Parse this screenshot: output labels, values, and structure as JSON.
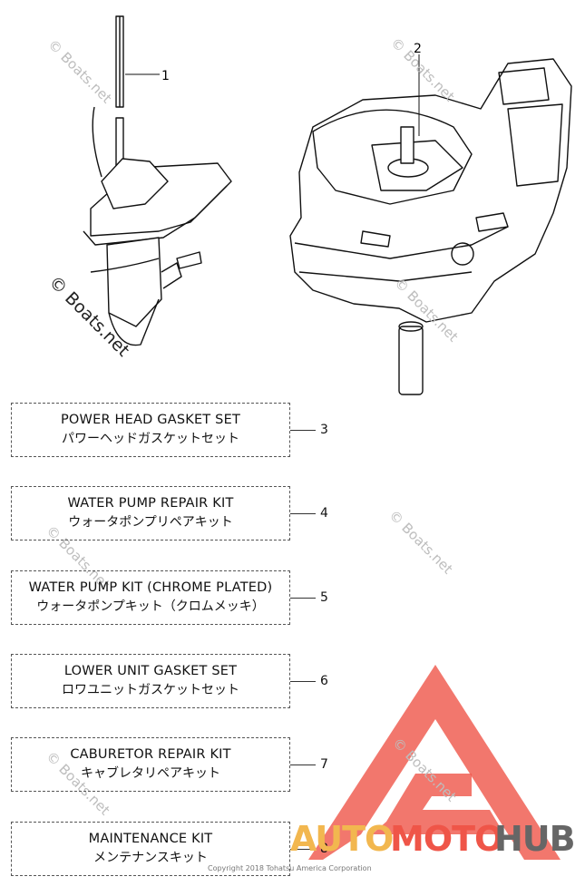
{
  "watermark": "© Boats.net",
  "callouts": [
    "1",
    "2"
  ],
  "kits": [
    {
      "number": "3",
      "english": "POWER HEAD GASKET SET",
      "japanese": "パワーヘッドガスケットセット"
    },
    {
      "number": "4",
      "english": "WATER PUMP REPAIR KIT",
      "japanese": "ウォータポンプリペアキット"
    },
    {
      "number": "5",
      "english": "WATER PUMP KIT (CHROME PLATED)",
      "japanese": "ウォータポンプキット（クロムメッキ）"
    },
    {
      "number": "6",
      "english": "LOWER UNIT GASKET SET",
      "japanese": "ロワユニットガスケットセット"
    },
    {
      "number": "7",
      "english": "CABURETOR REPAIR KIT",
      "japanese": "キャブレタリペアキット"
    },
    {
      "number": "8",
      "english": "MAINTENANCE KIT",
      "japanese": "メンテナンスキット"
    }
  ],
  "copyright": "Copyright 2018 Tohatsu America Corporation",
  "brand": {
    "part1": "AUTO",
    "part2": "MOTO",
    "part3": "HUB",
    "color_auto": "#f2b74f",
    "color_moto": "#ef5548",
    "color_hub": "#666666"
  }
}
